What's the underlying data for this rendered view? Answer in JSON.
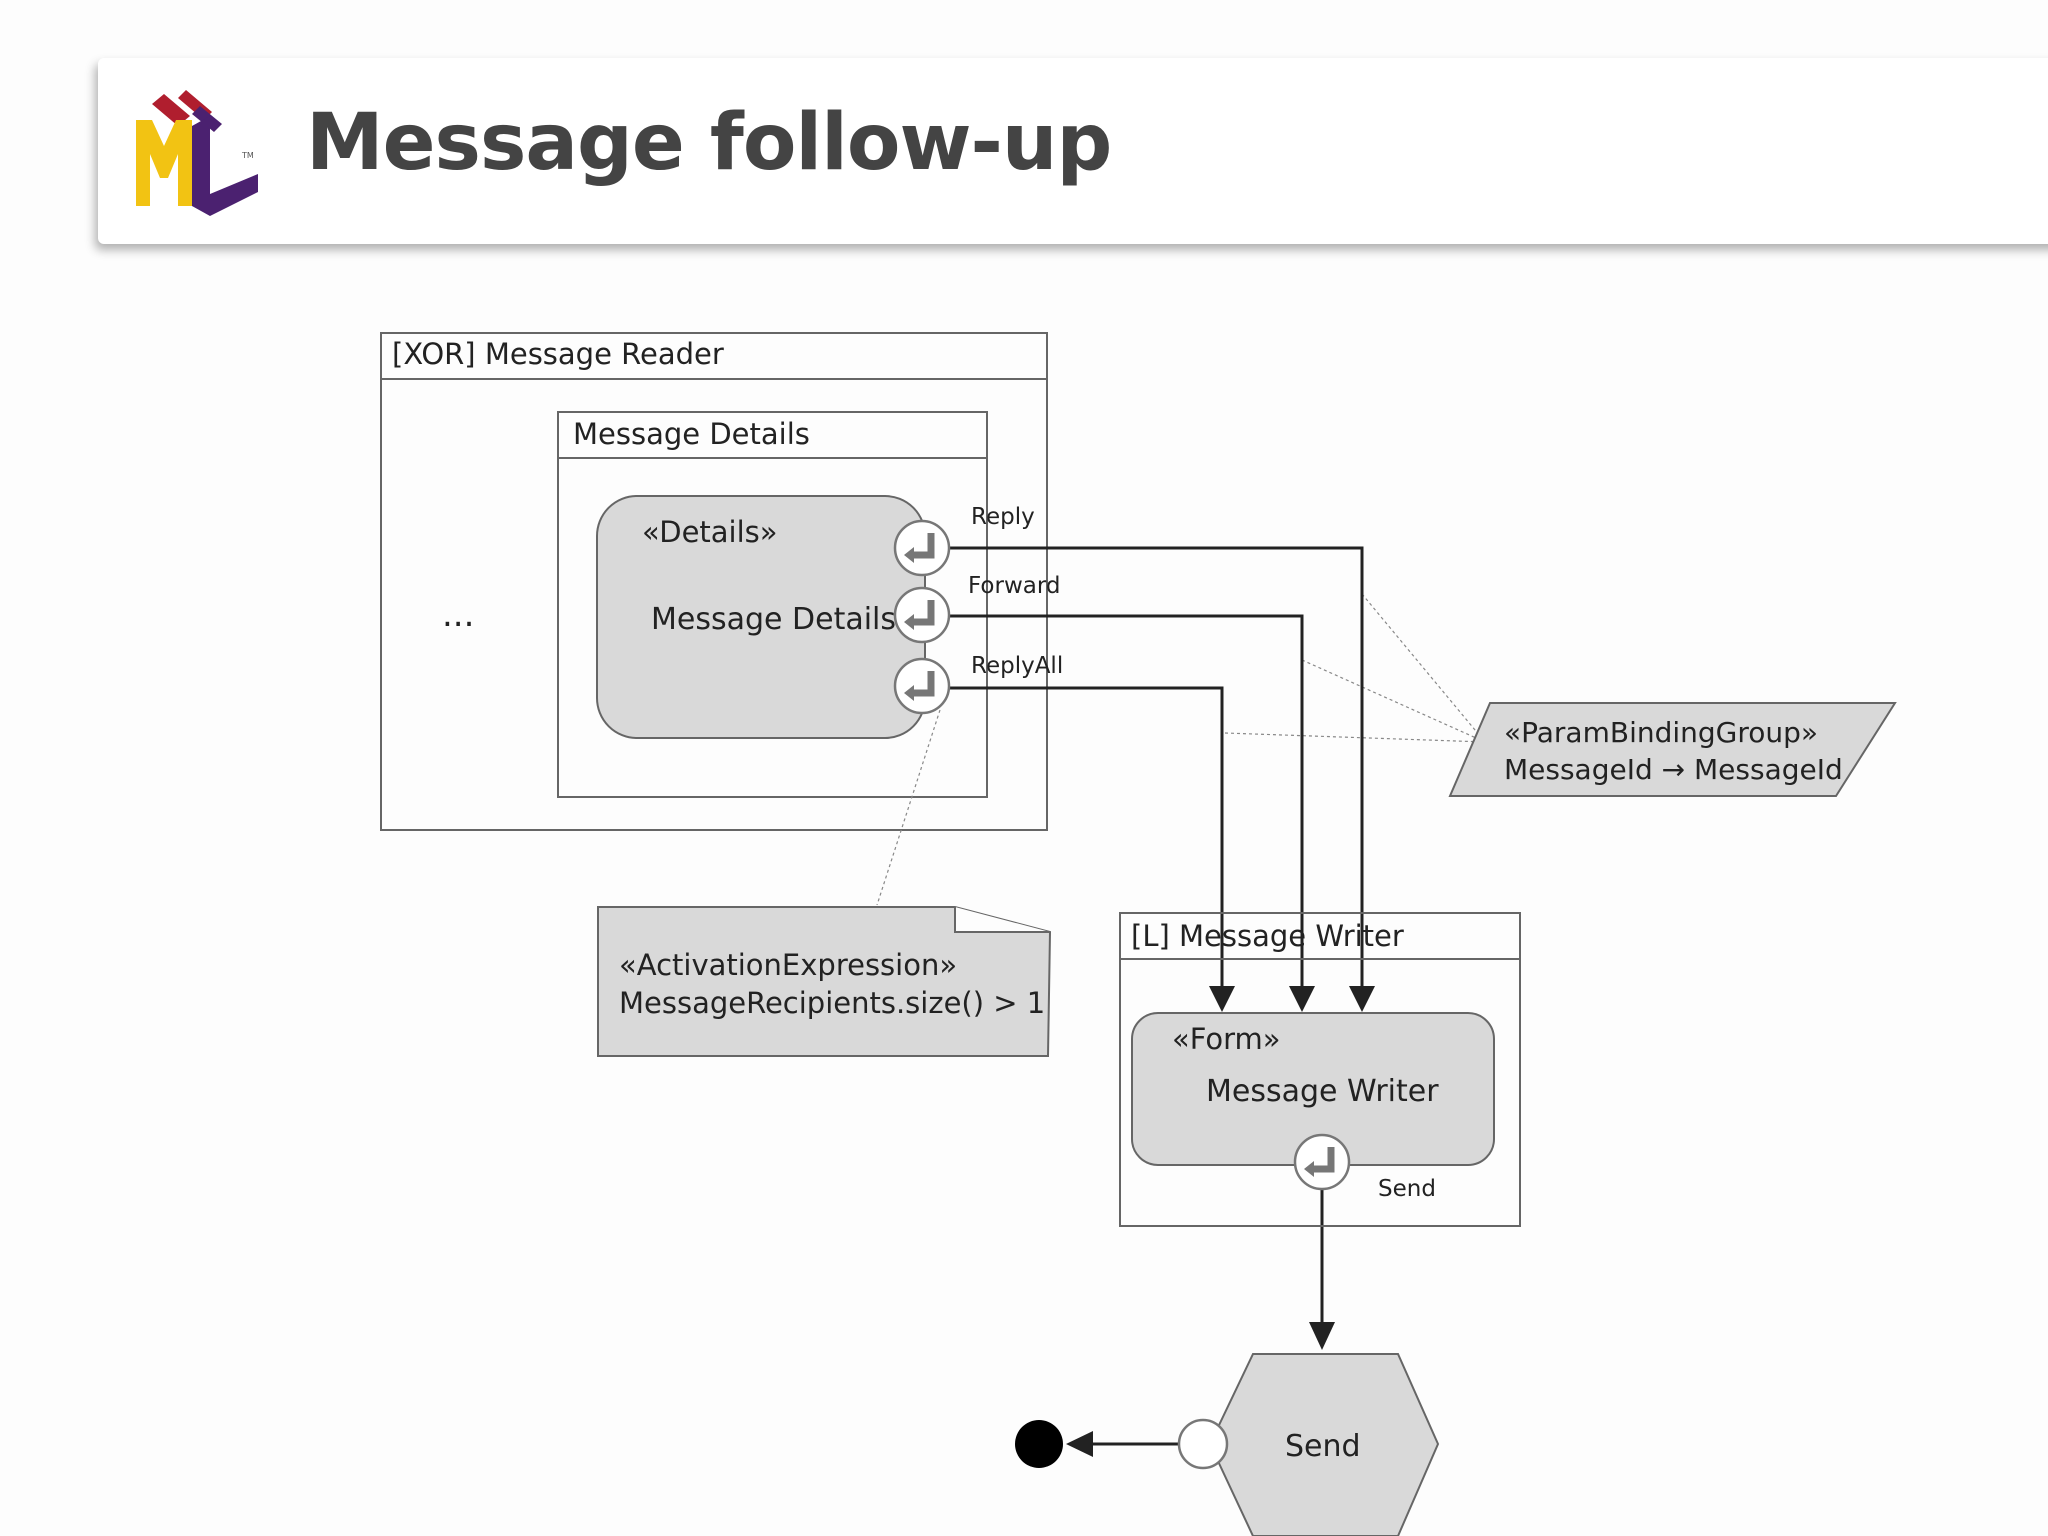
{
  "title": "Message follow-up",
  "logo": {
    "letters": [
      "I",
      "F",
      "M",
      "L"
    ],
    "trademark": "TM"
  },
  "diagram": {
    "message_reader": {
      "title": "[XOR] Message Reader",
      "ellipsis": "..."
    },
    "message_details_container": {
      "title": "Message Details"
    },
    "details_component": {
      "stereotype": "«Details»",
      "name": "Message Details"
    },
    "events": {
      "reply": "Reply",
      "forward": "Forward",
      "reply_all": "ReplyAll"
    },
    "param_binding": {
      "stereotype": "«ParamBindingGroup»",
      "binding": "MessageId → MessageId"
    },
    "activation_expression": {
      "stereotype": "«ActivationExpression»",
      "expression": "MessageRecipients.size() > 1"
    },
    "message_writer": {
      "title": "[L] Message Writer"
    },
    "form_component": {
      "stereotype": "«Form»",
      "name": "Message Writer"
    },
    "send_event": "Send",
    "send_action": "Send"
  },
  "colors": {
    "title": "#444444",
    "fill": "#d9d9d9",
    "stroke": "#555555",
    "logo_yellow": "#f2c313",
    "logo_purple": "#4b2170",
    "logo_red": "#b01e2e"
  }
}
